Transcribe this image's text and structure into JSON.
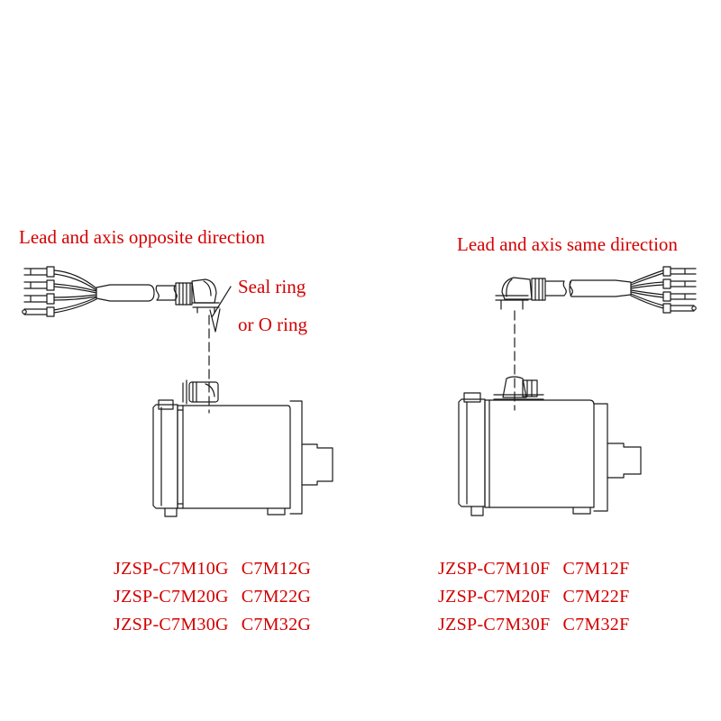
{
  "colors": {
    "label": "#d40000",
    "drawing": "#1a1a1a"
  },
  "left_panel": {
    "direction_label": "Lead and axis opposite direction",
    "seal_label_line1": "Seal ring",
    "seal_label_line2": "or O ring",
    "models": [
      {
        "a": "JZSP-C7M10G",
        "b": "C7M12G"
      },
      {
        "a": "JZSP-C7M20G",
        "b": "C7M22G"
      },
      {
        "a": "JZSP-C7M30G",
        "b": "C7M32G"
      }
    ]
  },
  "right_panel": {
    "direction_label": "Lead and axis same direction",
    "models": [
      {
        "a": "JZSP-C7M10F",
        "b": "C7M12F"
      },
      {
        "a": "JZSP-C7M20F",
        "b": "C7M22F"
      },
      {
        "a": "JZSP-C7M30F",
        "b": "C7M32F"
      }
    ]
  }
}
